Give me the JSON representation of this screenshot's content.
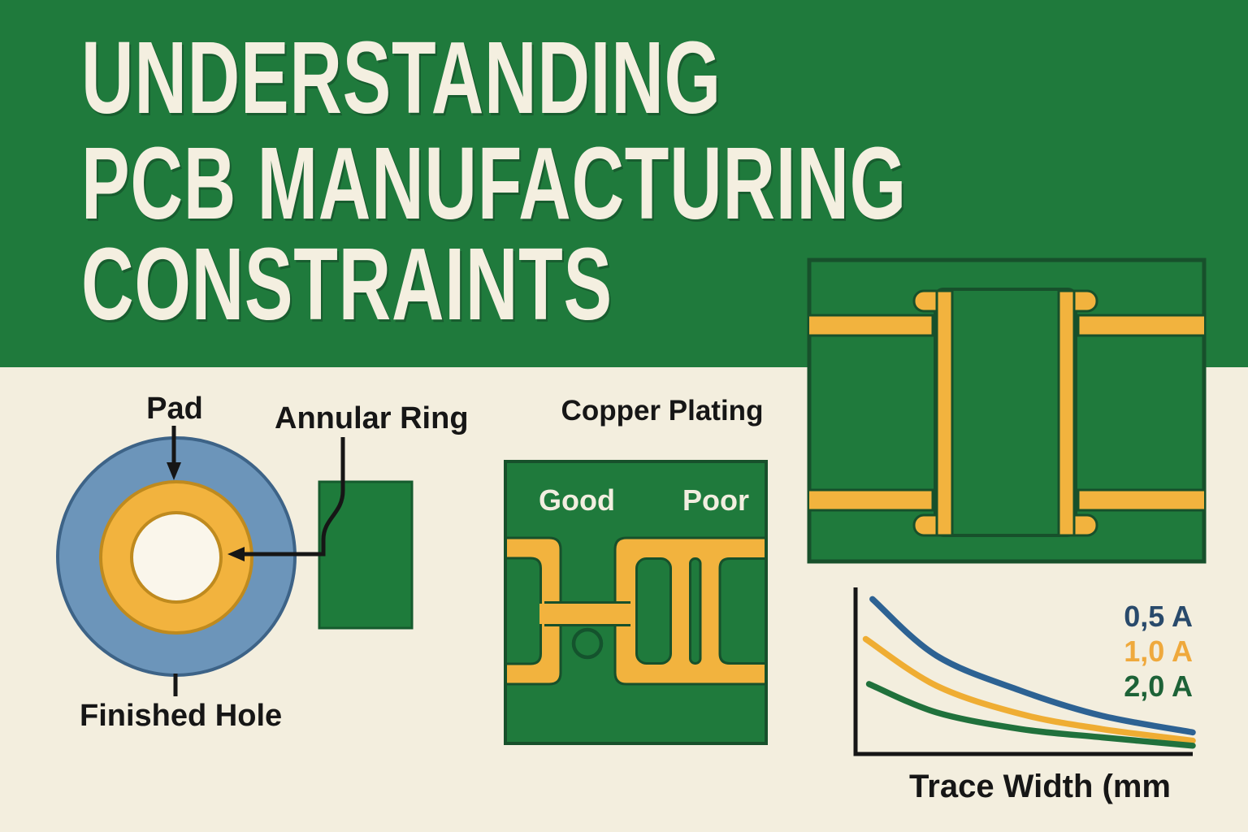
{
  "title": {
    "lines": [
      "UNDERSTANDING",
      "PCB MANUFACTURING",
      "CONSTRAINTS"
    ]
  },
  "pad_diagram": {
    "pad_label": "Pad",
    "annular_ring_label": "Annular Ring",
    "finished_hole_label": "Finished Hole"
  },
  "copper_plating": {
    "title": "Copper Plating",
    "good_label": "Good",
    "poor_label": "Poor"
  },
  "chart_data": {
    "type": "line",
    "title": "",
    "xlabel": "Trace Width (mm",
    "ylabel": "",
    "grid": false,
    "legend_position": "upper right",
    "axis_ticks_visible": false,
    "x_range_norm": [
      0,
      1
    ],
    "y_range_norm": [
      0,
      1
    ],
    "series": [
      {
        "name": "0,5 A",
        "color": "#2D6293",
        "label_color": "#294A6B",
        "x": [
          0.05,
          0.24,
          0.49,
          0.73,
          1.0
        ],
        "y": [
          0.93,
          0.59,
          0.38,
          0.23,
          0.13
        ]
      },
      {
        "name": "1,0 A",
        "color": "#EFAD33",
        "label_color": "#EFA93C",
        "x": [
          0.03,
          0.24,
          0.49,
          0.73,
          1.0
        ],
        "y": [
          0.69,
          0.41,
          0.24,
          0.15,
          0.08
        ]
      },
      {
        "name": "2,0 A",
        "color": "#20713C",
        "label_color": "#1D6237",
        "x": [
          0.04,
          0.24,
          0.49,
          0.73,
          1.0
        ],
        "y": [
          0.42,
          0.25,
          0.15,
          0.1,
          0.05
        ]
      }
    ],
    "notes": "y values are normalized 0-1 of plot height; chart shows no numeric tick labels"
  },
  "palette": {
    "background_cream": "#F3EEDE",
    "band_green": "#1F7A3C",
    "outline_dark_green": "#17502B",
    "copper_yellow": "#F2B33E",
    "copper_ring_outline": "#BF8A1E",
    "pad_blue": "#6C95BA",
    "pad_blue_outline": "#3D6387",
    "hole_white": "#FAF6EB",
    "text_black": "#161616",
    "title_cream": "#F4EFE0",
    "board_label_white": "#F2EEE0"
  }
}
